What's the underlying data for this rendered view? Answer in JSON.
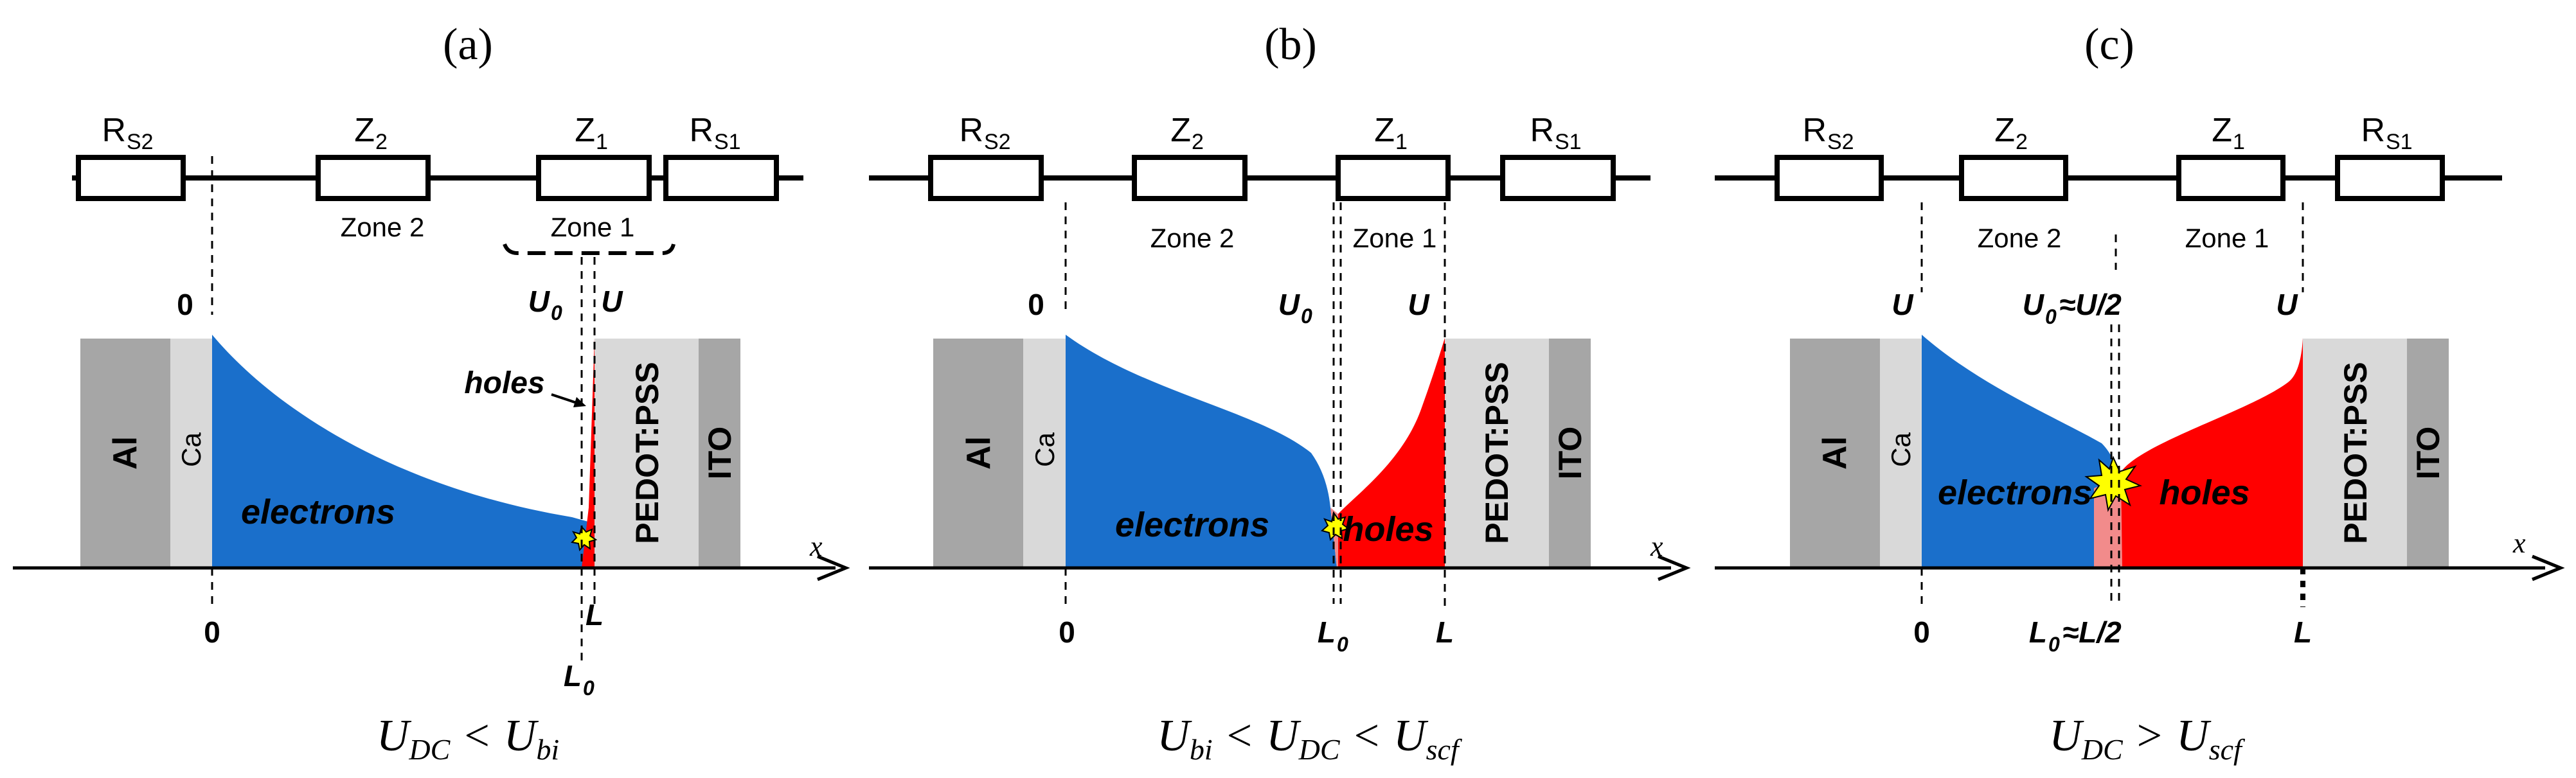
{
  "colors": {
    "electrons": "#1a6fcb",
    "holes": "#ff0000",
    "overlap": "#f28b8b",
    "al": "#a6a6a6",
    "ca": "#d9d9d9",
    "pedot": "#d9d9d9",
    "ito": "#a6a6a6",
    "recombination": "#ffff00",
    "line": "#000000"
  },
  "panels": [
    {
      "id": "a",
      "label": "(a)",
      "resistors": {
        "rs2": "R",
        "rs2_sub": "S2",
        "z2": "Z",
        "z2_sub": "2",
        "z1": "Z",
        "z1_sub": "1",
        "rs1": "R",
        "rs1_sub": "S1"
      },
      "zone2": "Zone 2",
      "zone1": "Zone 1",
      "layers": {
        "al": "Al",
        "ca": "Ca",
        "pedot": "PEDOT:PSS",
        "ito": "ITO"
      },
      "electrons": "electrons",
      "holes": "holes",
      "axis": "x",
      "top_left": "0",
      "top_u0_main": "U",
      "top_u0_sub": "0",
      "top_right": "U",
      "bottom_left": "0",
      "bottom_l": "L",
      "bottom_l0_main": "L",
      "bottom_l0_sub": "0",
      "condition": {
        "u1": "U",
        "s1": "DC",
        "op1": "<",
        "u2": "U",
        "s2": "bi"
      }
    },
    {
      "id": "b",
      "label": "(b)",
      "resistors": {
        "rs2": "R",
        "rs2_sub": "S2",
        "z2": "Z",
        "z2_sub": "2",
        "z1": "Z",
        "z1_sub": "1",
        "rs1": "R",
        "rs1_sub": "S1"
      },
      "zone2": "Zone 2",
      "zone1": "Zone 1",
      "layers": {
        "al": "Al",
        "ca": "Ca",
        "pedot": "PEDOT:PSS",
        "ito": "ITO"
      },
      "electrons": "electrons",
      "holes": "holes",
      "axis": "x",
      "top_left": "0",
      "top_u0_main": "U",
      "top_u0_sub": "0",
      "top_right": "U",
      "bottom_left": "0",
      "bottom_l0_main": "L",
      "bottom_l0_sub": "0",
      "bottom_l": "L",
      "condition": {
        "u1": "U",
        "s1": "bi",
        "op1": "<",
        "u2": "U",
        "s2": "DC",
        "op2": "<",
        "u3": "U",
        "s3": "scf"
      }
    },
    {
      "id": "c",
      "label": "(c)",
      "resistors": {
        "rs2": "R",
        "rs2_sub": "S2",
        "z2": "Z",
        "z2_sub": "2",
        "z1": "Z",
        "z1_sub": "1",
        "rs1": "R",
        "rs1_sub": "S1"
      },
      "zone2": "Zone 2",
      "zone1": "Zone 1",
      "layers": {
        "al": "Al",
        "ca": "Ca",
        "pedot": "PEDOT:PSS",
        "ito": "ITO"
      },
      "electrons": "electrons",
      "holes": "holes",
      "axis": "x",
      "top_left": "U",
      "top_u0_main": "U",
      "top_u0_sub": "0",
      "top_u0_rest": "≈U/2",
      "top_right": "U",
      "bottom_left": "0",
      "bottom_l0_main": "L",
      "bottom_l0_sub": "0",
      "bottom_l0_rest": "≈L/2",
      "bottom_l": "L",
      "condition": {
        "u1": "U",
        "s1": "DC",
        "op1": ">",
        "u2": "U",
        "s2": "scf"
      }
    }
  ]
}
